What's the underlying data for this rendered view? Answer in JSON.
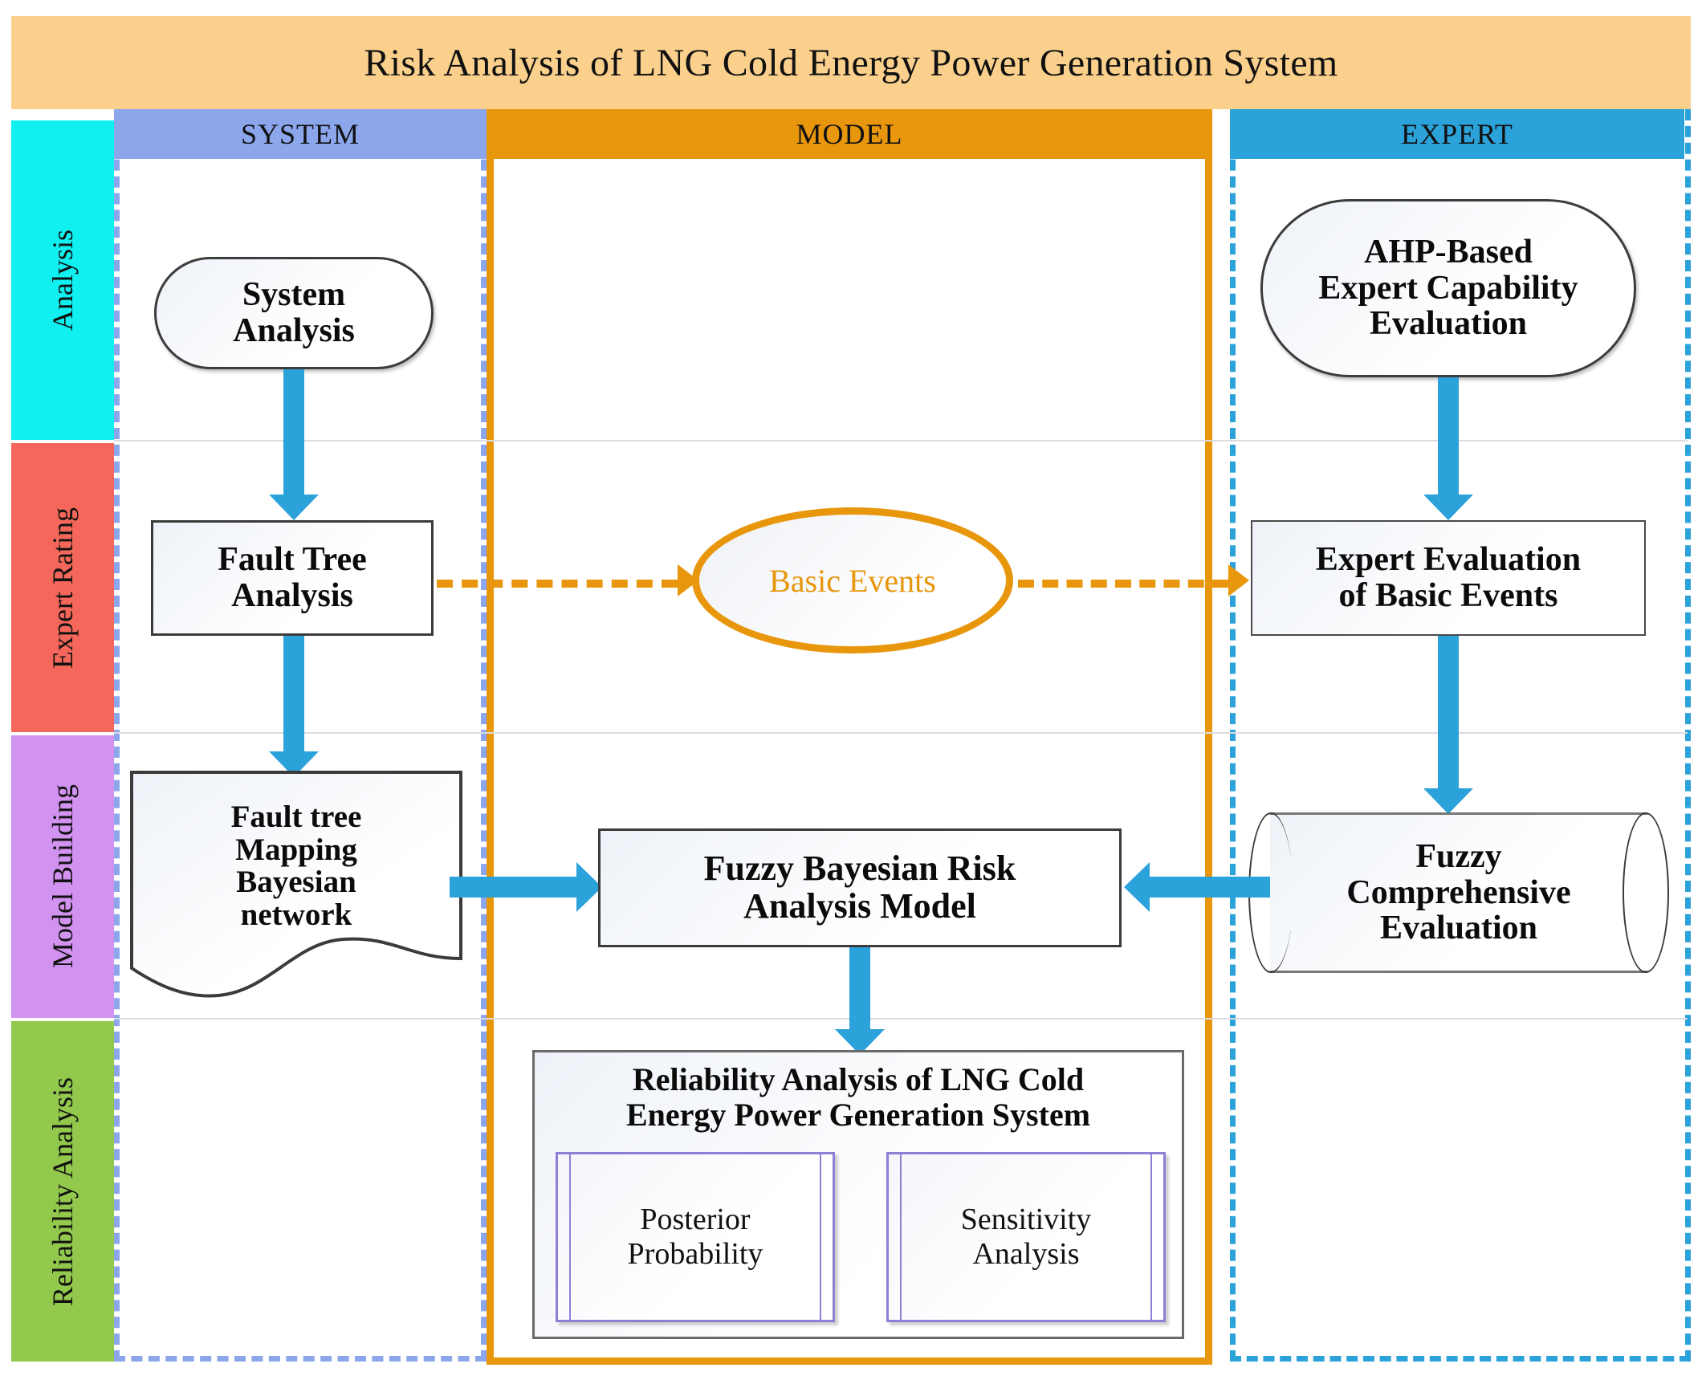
{
  "title": "Risk Analysis of LNG Cold Energy Power Generation System",
  "columns": {
    "system": "SYSTEM",
    "model": "MODEL",
    "expert": "EXPERT"
  },
  "stages": [
    {
      "label": "Analysis",
      "color": "#10F0F0"
    },
    {
      "label": "Expert Rating",
      "color": "#F4675A"
    },
    {
      "label": "Model Building",
      "color": "#D292F0"
    },
    {
      "label": "Reliability Analysis",
      "color": "#92C84C"
    }
  ],
  "nodes": {
    "system_analysis": "System\nAnalysis",
    "fault_tree_analysis": "Fault Tree\nAnalysis",
    "fault_tree_mapping": "Fault tree\nMapping\nBayesian\nnetwork",
    "basic_events": "Basic Events",
    "fuzzy_bayesian_model": "Fuzzy Bayesian Risk\nAnalysis Model",
    "ahp_expert_capability": "AHP-Based\nExpert Capability\nEvaluation",
    "expert_evaluation": "Expert Evaluation\nof Basic Events",
    "fuzzy_comprehensive": "Fuzzy\nComprehensive\nEvaluation",
    "reliability_title": "Reliability Analysis of LNG Cold\nEnergy Power Generation System",
    "posterior_probability": "Posterior\nProbability",
    "sensitivity_analysis": "Sensitivity\nAnalysis"
  },
  "colors": {
    "title_bar": "#FAD08C",
    "system_header": "#8CA6EC",
    "model_header": "#E8960C",
    "expert_header": "#2CA2DA",
    "arrow_blue": "#2CA2DA",
    "dashed_orange": "#E8960C",
    "process_purple": "#8F7FD4"
  }
}
